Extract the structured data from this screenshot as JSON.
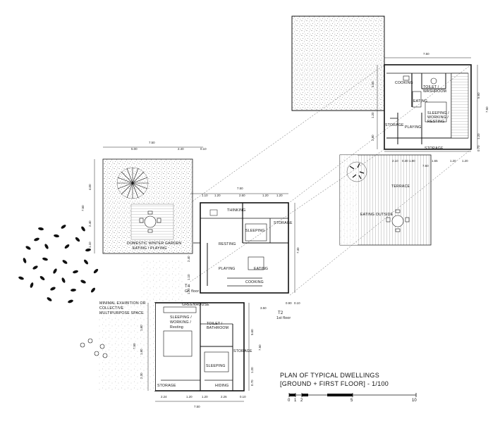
{
  "title_lines": [
    "PLAN OF TYPICAL DWELLINGS",
    "[GROUND + FIRST FLOOR] - 1/100"
  ],
  "scale_ticks": [
    "0",
    "1",
    "2",
    "5",
    "10"
  ],
  "rooms": {
    "cooking_upper": "COOKING",
    "toilet_washroom_upper": "TOILET / WASHROOM",
    "eating_upper": "EATING",
    "sleeping_working_resting_upper": "SLEEPING / WORKING / RESTING",
    "storage_upper_left": "STORAGE",
    "playing_upper": "PLAYING",
    "storage_upper_bottom": "STORAGE",
    "terrace": "TERRACE",
    "eating_outside": "EATING OUTSIDE",
    "thinking": "THINKING",
    "sleeping_ground_top": "SLEEPING",
    "storage_ground_right": "STORAGE",
    "resting": "RESTING",
    "playing_ground": "PLAYING",
    "eating_ground": "EATING",
    "cooking_ground": "COOKING",
    "domestic_winter_garden": "DOMESTIC WINTER GARDEN",
    "eating_playing": "EATING / PLAYING",
    "minimal_exhibition": "MINIMAL EXHIBITION OR",
    "collective": "COLLECTIVE",
    "multipurpose_space": "MULTIPURPOSE SPACE",
    "greenhouse": "GREENHOUSE",
    "sleeping_working_resting_ground_1": "SLEEPING /",
    "sleeping_working_resting_ground_2": "WORKING /",
    "sleeping_working_resting_ground_3": "Resting",
    "toilet_bathroom": "TOILET / BATHROOM",
    "storage_ground_mid": "STORAGE",
    "sleeping_ground_bottom": "SLEEPING",
    "storage_ground_bottom": "STORAGE",
    "hiding": "HIDING"
  },
  "type_tags": {
    "t4": "T4",
    "t4_floor": "Gr. floor",
    "t2": "T2",
    "t2_floor": "1st floor"
  },
  "dimensions": {
    "upper_top": "7.50",
    "upper_bottom_total": "7.60",
    "upper_bottom_1": "2.10",
    "upper_bottom_2": "0.30",
    "upper_bottom_3": "1.80",
    "upper_bottom_4": "1.65",
    "upper_bottom_5": "1.20",
    "upper_bottom_6": "1.20",
    "upper_right_total": "7.50",
    "upper_right_1": "5.60",
    "upper_right_2": "1.20",
    "upper_right_3": "0.70",
    "upper_left_1": "3.60",
    "upper_left_2": "1.20",
    "upper_left_3": "2.80",
    "garden_top": "7.50",
    "garden_top_1": "5.00",
    "garden_top_2": "2.40",
    "garden_top_3": "0.10",
    "garden_left_total": "7.50",
    "garden_left_1": "4.00",
    "garden_left_2": "2.40",
    "garden_left_3": "1.10",
    "ground_top_total": "7.50",
    "ground_top_1": "1.10",
    "ground_top_2": "1.20",
    "ground_top_3": "2.60",
    "ground_top_4": "1.20",
    "ground_top_5": "1.20",
    "ground_right_total": "7.30",
    "ground_t2_1": "3.50",
    "ground_t2_2": "0.90",
    "ground_t2_3": "0.10",
    "ground_left_1": "2.40",
    "ground_left_2": "1.10",
    "ground_left_3": "1.20",
    "lower_left_1": "1.80",
    "lower_left_2": "1.80",
    "lower_left_3": "2.30",
    "lower_left_total": "7.50",
    "lower_right_1": "5.60",
    "lower_right_2": "7.50",
    "lower_right_3": "1.20",
    "lower_right_4": "0.70",
    "lower_bottom_total": "7.50",
    "lower_bottom_1": "2.24",
    "lower_bottom_2": "1.20",
    "lower_bottom_3": "1.20",
    "lower_bottom_4": "2.26",
    "lower_bottom_5": "0.10"
  }
}
